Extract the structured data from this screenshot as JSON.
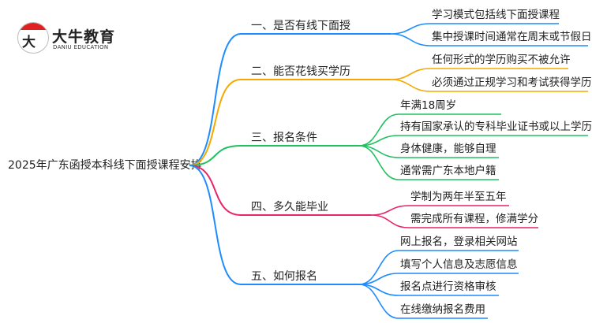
{
  "logo": {
    "name": "大牛教育",
    "subtitle": "DANIU EDUCATION",
    "glyph": "大牛"
  },
  "root": "2025年广东函授本科线下面授课程安排",
  "colors": {
    "b1": "#1e8cff",
    "b2": "#f5a800",
    "b3": "#20c060",
    "b4": "#e8246a",
    "b5": "#1e8cff"
  },
  "branches": [
    {
      "label": "一、是否有线下面授",
      "children": [
        "学习模式包括线下面授课程",
        "集中授课时间通常在周末或节假日"
      ]
    },
    {
      "label": "二、能否花钱买学历",
      "children": [
        "任何形式的学历购买不被允许",
        "必须通过正规学习和考试获得学历"
      ]
    },
    {
      "label": "三、报名条件",
      "children": [
        "年满18周岁",
        "持有国家承认的专科毕业证书或以上学历",
        "身体健康，能够自理",
        "通常需广东本地户籍"
      ]
    },
    {
      "label": "四、多久能毕业",
      "children": [
        "学制为两年半至五年",
        "需完成所有课程，修满学分"
      ]
    },
    {
      "label": "五、如何报名",
      "children": [
        "网上报名，登录相关网站",
        "填写个人信息及志愿信息",
        "报名点进行资格审核",
        "在线缴纳报名费用"
      ]
    }
  ]
}
